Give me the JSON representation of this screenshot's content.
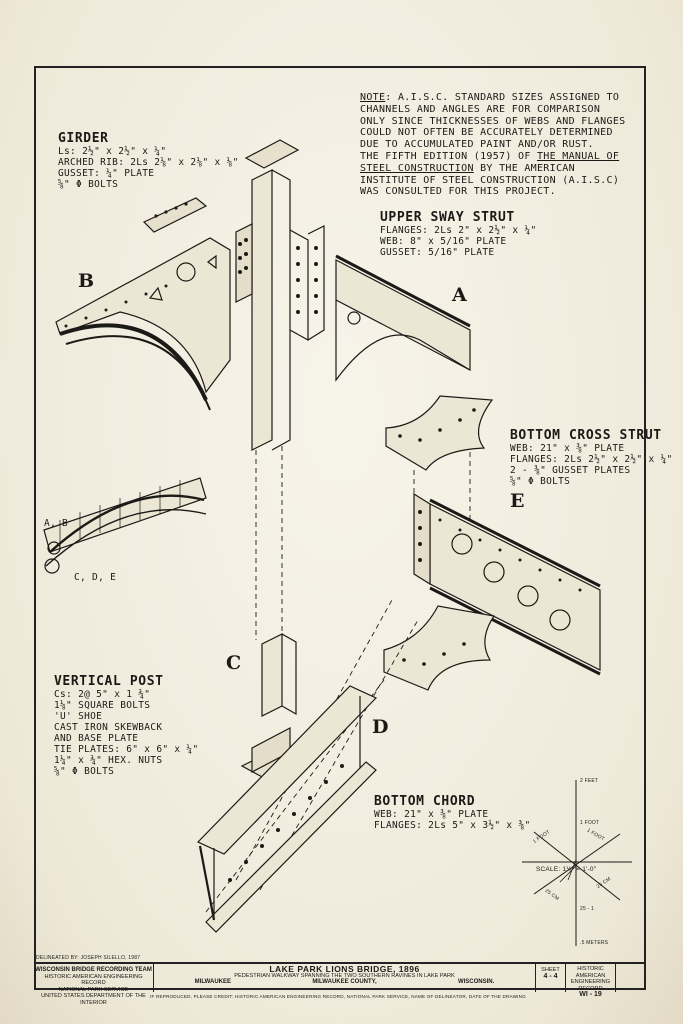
{
  "note": {
    "line1_pre": "NOTE",
    "line1_post": ": A.I.S.C. STANDARD SIZES ASSIGNED TO",
    "line2": "CHANNELS AND ANGLES ARE FOR COMPARISON",
    "line3": "ONLY SINCE THICKNESSES OF WEBS AND FLANGES",
    "line4": "COULD NOT OFTEN BE ACCURATELY DETERMINED",
    "line5": "DUE TO ACCUMULATED PAINT AND/OR RUST.",
    "line6_pre": "THE FIFTH EDITION (1957) OF ",
    "line6_u": "THE MANUAL OF",
    "line7_u": "STEEL CONSTRUCTION",
    "line7_post": " BY THE AMERICAN",
    "line8": "INSTITUTE OF STEEL CONSTRUCTION (A.I.S.C)",
    "line9": "WAS CONSULTED FOR THIS PROJECT."
  },
  "girder": {
    "title": "GIRDER",
    "l1": "Ls: 2½\" x 2½\" x ¼\"",
    "l2": "ARCHED RIB: 2Ls 2⅛\" x 2⅛\" x ⅛\"",
    "l3": "GUSSET: ¼\" PLATE",
    "l4": "⅝\" Φ BOLTS"
  },
  "upper_sway": {
    "title": "UPPER SWAY STRUT",
    "l1": "FLANGES: 2Ls 2\" x 2½\" x ¼\"",
    "l2": "WEB: 8\" x 5/16\" PLATE",
    "l3": "GUSSET: 5/16\" PLATE"
  },
  "bottom_cross": {
    "title": "BOTTOM CROSS STRUT",
    "l1": "WEB: 21\" x ⅜\" PLATE",
    "l2": "FLANGES: 2Ls 2½\" x 2½\" x ¼\"",
    "l3": "2 - ⅜\" GUSSET PLATES",
    "l4": "⅝\" Φ BOLTS"
  },
  "vertical_post": {
    "title": "VERTICAL POST",
    "l1": "Cs: 2@ 5\" x 1 ¾\"",
    "l2": "1⅛\" SQUARE BOLTS",
    "l3": "'U' SHOE",
    "l4": "CAST IRON SKEWBACK",
    "l5": "AND BASE PLATE",
    "l6": "TIE PLATES: 6\" x 6\" x ¼\"",
    "l7": "1¼\" x ¾\" HEX. NUTS",
    "l8": "⅝\" Φ BOLTS"
  },
  "bottom_chord": {
    "title": "BOTTOM CHORD",
    "l1": "WEB: 21\" x ⅜\" PLATE",
    "l2": "FLANGES: 2Ls 5\" x 3½\" x ⅜\""
  },
  "letters": {
    "a": "A",
    "b": "B",
    "c": "C",
    "d": "D",
    "e": "E"
  },
  "key_plan": {
    "ab": "A, B",
    "cde": "C, D, E"
  },
  "scale": {
    "feet": "2 FEET",
    "one_foot": "1 FOOT",
    "one_foot_b": "1 FOOT",
    "one_foot_c": "1 FOOT",
    "scale": "SCALE: 1½\" = 1'-0\"",
    "m1": "25 CM",
    "m2": "25 - 1",
    "m3": "25 CM",
    "meters": ".5 METERS"
  },
  "delineator": "DELINEATED BY: JOSEPH SILELLO, 1987",
  "title_block": {
    "team": "WISCONSIN BRIDGE RECORDING TEAM",
    "team_sub1": "HISTORIC AMERICAN ENGINEERING RECORD",
    "team_sub2": "NATIONAL PARK SERVICE",
    "team_sub3": "UNITED STATES DEPARTMENT OF THE INTERIOR",
    "bridge": "LAKE PARK LIONS BRIDGE,  1896",
    "bridge_sub": "PEDESTRIAN WALKWAY SPANNING THE TWO SOUTHERN RAVINES IN LAKE PARK",
    "city": "MILWAUKEE",
    "county": "MILWAUKEE  COUNTY,",
    "state": "WISCONSIN.",
    "sheet_label": "SHEET",
    "sheet": "4 - 4",
    "haer_label1": "HISTORIC AMERICAN",
    "haer_label2": "ENGINEERING RECORD",
    "haer_no": "WI - 19"
  },
  "footer": "IF REPRODUCED, PLEASE CREDIT: HISTORIC AMERICAN ENGINEERING RECORD, NATIONAL PARK SERVICE, NAME OF DELINEATOR, DATE OF THE DRAWING"
}
